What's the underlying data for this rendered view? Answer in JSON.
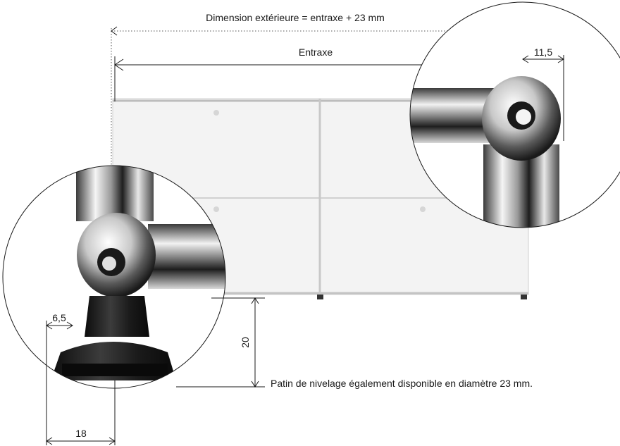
{
  "labels": {
    "outer_dimension": "Dimension extérieure = entraxe + 23 mm",
    "center_distance": "Entraxe",
    "half_tube": "11,5",
    "foot_offset": "6,5",
    "foot_height": "20",
    "foot_diameter": "18",
    "leveling_note": "Patin de nivelage également disponible en diamètre 23 mm."
  },
  "colors": {
    "line": "#1a1a1a",
    "panel": "#f2f2f2",
    "panel_edge": "#cfcfcf",
    "chrome_light": "#f4f4f4",
    "chrome_dark": "#2a2a2a",
    "glide_black": "#141414"
  }
}
